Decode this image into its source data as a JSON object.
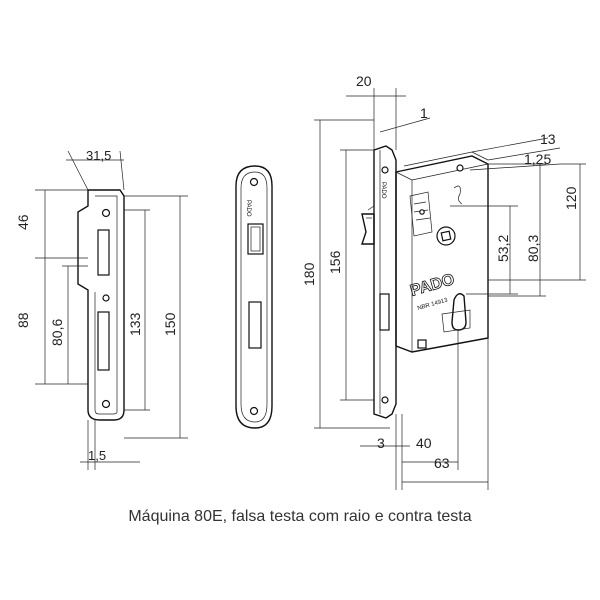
{
  "caption": "Máquina 80E, falsa testa com raio e contra testa",
  "strike_plate": {
    "dims": {
      "width": "31,5",
      "top": "46",
      "left_upper": "88",
      "left_inner": "80,6",
      "right_inner": "133",
      "right_outer": "150",
      "bottom": "1,5"
    }
  },
  "faceplate": {
    "brand_text": "PADO"
  },
  "lock_body": {
    "brand_text": "PADO",
    "norm_text": "NBR 14913",
    "dims": {
      "backset_top": "20",
      "gap_1": "1",
      "gap_13": "13",
      "gap_125": "1,25",
      "height_180": "180",
      "height_156": "156",
      "right_532": "53,2",
      "right_803": "80,3",
      "right_120": "120",
      "bottom_3": "3",
      "bottom_40": "40",
      "bottom_63": "63"
    }
  },
  "colors": {
    "stroke": "#111111",
    "background": "#ffffff",
    "caption": "#333333"
  }
}
